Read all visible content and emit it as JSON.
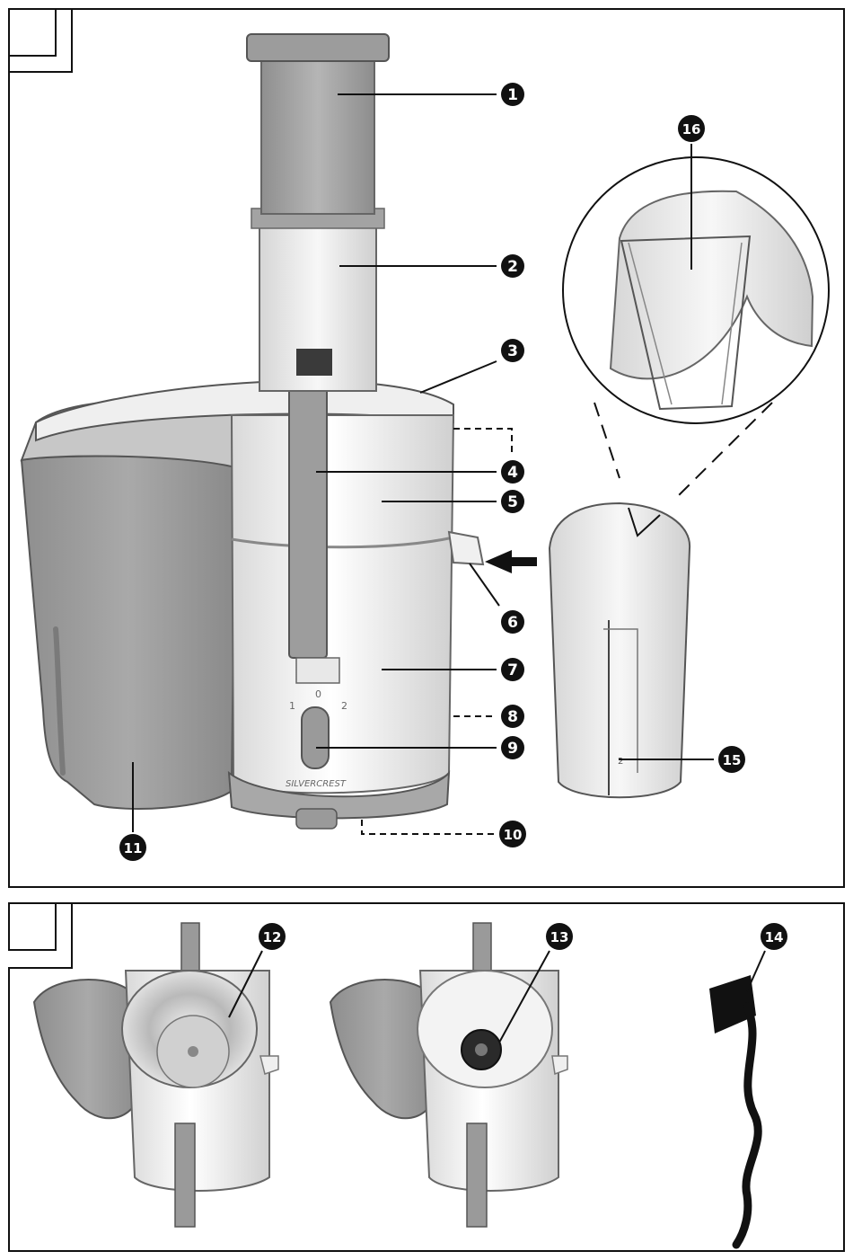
{
  "panels": [
    {
      "id": "top",
      "tab_label": ""
    },
    {
      "id": "bottom",
      "tab_label": ""
    }
  ],
  "product": {
    "brand_label": "SILVERCREST",
    "dial": {
      "left": "1",
      "mid": "0",
      "right": "2"
    },
    "jug_mark": "2"
  },
  "callouts": [
    {
      "id": "c1",
      "number": "1"
    },
    {
      "id": "c2",
      "number": "2"
    },
    {
      "id": "c3",
      "number": "3"
    },
    {
      "id": "c4",
      "number": "4"
    },
    {
      "id": "c5",
      "number": "5"
    },
    {
      "id": "c6",
      "number": "6"
    },
    {
      "id": "c7",
      "number": "7"
    },
    {
      "id": "c8",
      "number": "8"
    },
    {
      "id": "c9",
      "number": "9"
    },
    {
      "id": "c10",
      "number": "10"
    },
    {
      "id": "c11",
      "number": "11"
    },
    {
      "id": "c12",
      "number": "12"
    },
    {
      "id": "c13",
      "number": "13"
    },
    {
      "id": "c14",
      "number": "14"
    },
    {
      "id": "c15",
      "number": "15"
    },
    {
      "id": "c16",
      "number": "16"
    }
  ],
  "colors": {
    "ink": "#111111",
    "body_grey": "#9a9a9a",
    "light_grey": "#cfcfcf",
    "white": "#f4f4f4",
    "glass": "#e6e6e6"
  }
}
